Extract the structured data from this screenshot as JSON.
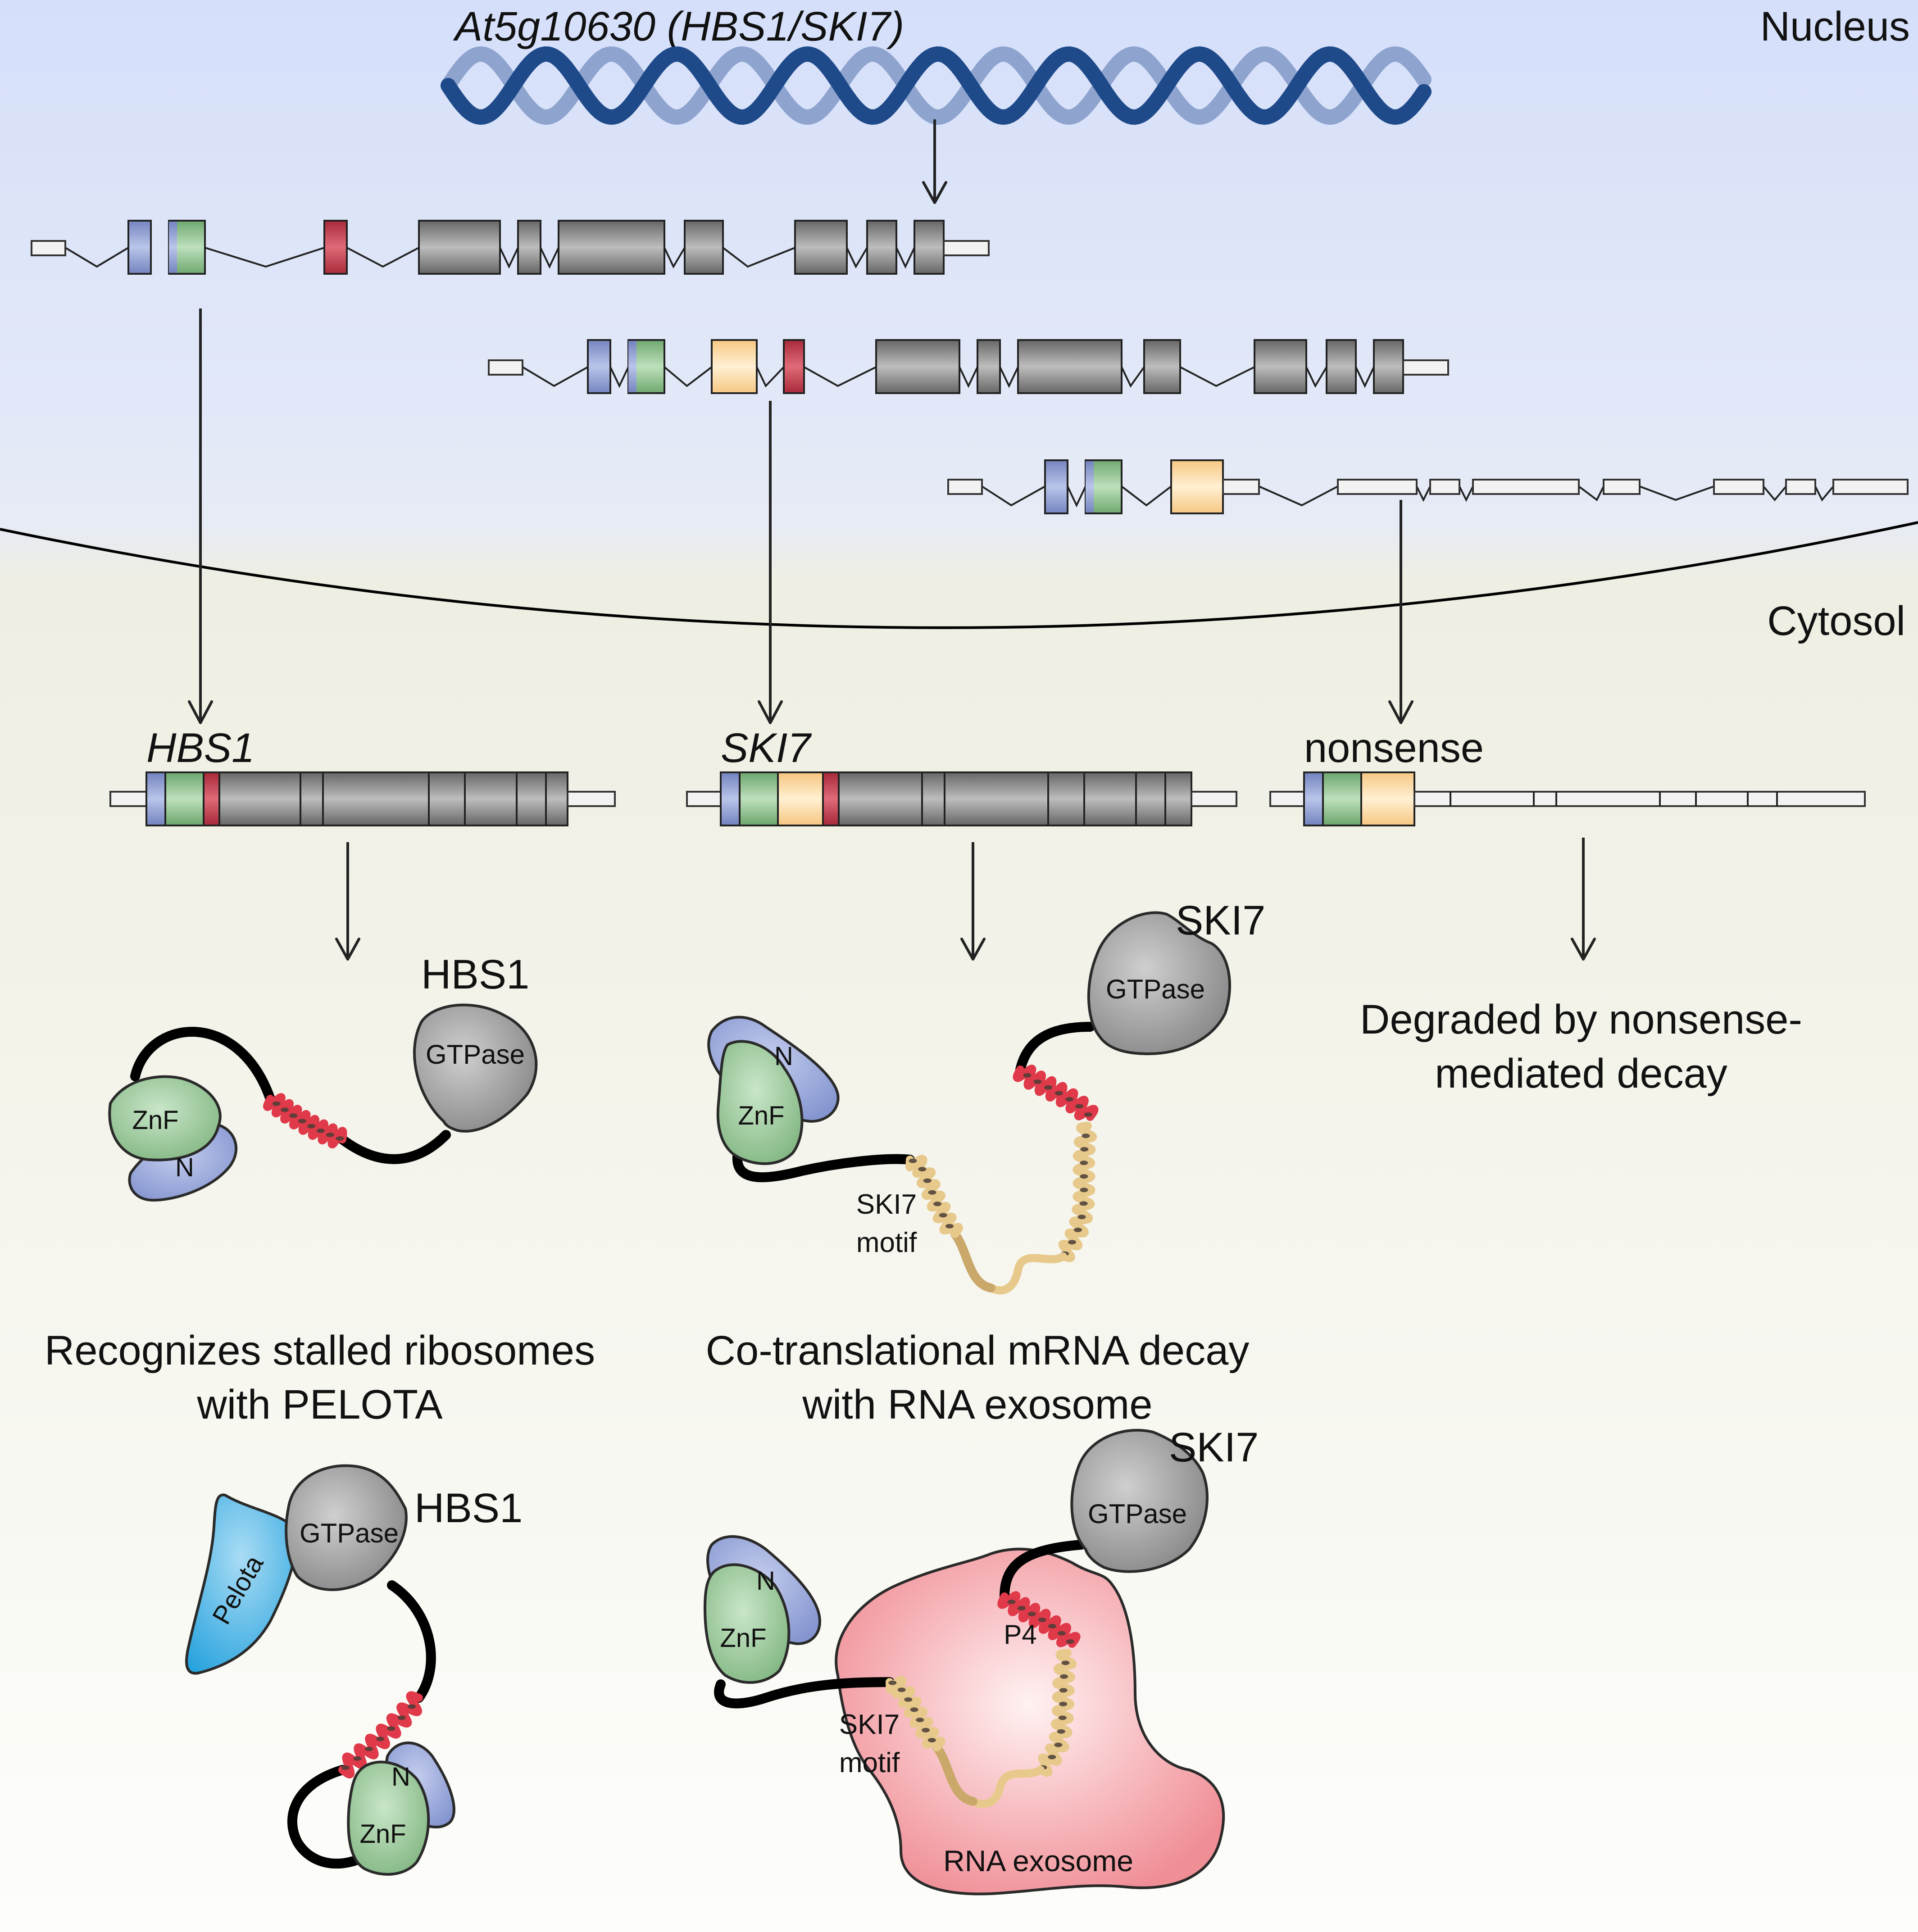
{
  "compartments": {
    "nucleus": "Nucleus",
    "cytosol": "Cytosol"
  },
  "gene": {
    "name": "At5g10630 (HBS1/SKI7)"
  },
  "transcripts": {
    "hbs1": "HBS1",
    "ski7": "SKI7",
    "nonsense": "nonsense"
  },
  "proteins": {
    "hbs1": {
      "name": "HBS1",
      "gtpase": "GTPase",
      "znf": "ZnF",
      "n": "N"
    },
    "ski7": {
      "name": "SKI7",
      "gtpase": "GTPase",
      "znf": "ZnF",
      "n": "N",
      "motif_line1": "SKI7",
      "motif_line2": "motif"
    }
  },
  "outcomes": {
    "hbs1_line1": "Recognizes stalled ribosomes",
    "hbs1_line2": "with PELOTA",
    "ski7_line1": "Co-translational mRNA decay",
    "ski7_line2": "with RNA exosome",
    "nmd_line1": "Degraded by nonsense-",
    "nmd_line2": "mediated decay"
  },
  "complexes": {
    "hbs1": {
      "name": "HBS1",
      "gtpase": "GTPase",
      "pelota": "Pelota",
      "znf": "ZnF",
      "n": "N"
    },
    "ski7": {
      "name": "SKI7",
      "gtpase": "GTPase",
      "p4": "P4",
      "znf": "ZnF",
      "n": "N",
      "motif_line1": "SKI7",
      "motif_line2": "motif",
      "exosome": "RNA exosome"
    }
  },
  "colors": {
    "nucleus_bg": "#d5dffa",
    "cytosol_bg": "#edeee0",
    "dna_dark": "#1f4a8a",
    "dna_light": "#8ea4cf",
    "exon_gray": "#8c8c8c",
    "n_domain": "#97a6d6",
    "znf_domain": "#8fc08f",
    "ski7_exon": "#fbdca7",
    "hbs1_exon": "#c73c4c",
    "gtpase": "#8e8e8e",
    "pelota": "#43b2e4",
    "exosome": "#f29aa0",
    "helix_red": "#e03a4a",
    "helix_tan": "#e8c98c"
  }
}
